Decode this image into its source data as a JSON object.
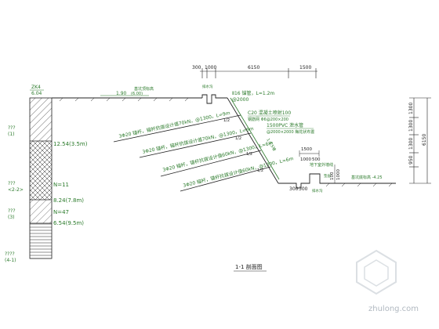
{
  "title": "1-1 剖面图",
  "watermark": "zhulong.com",
  "top_dims": [
    "300",
    "1000",
    "6150",
    "1500"
  ],
  "right_dims": [
    "1300",
    "1300",
    "1300",
    "950",
    "6150"
  ],
  "bottom_dims": [
    "300",
    "300"
  ],
  "small_dims": [
    "1500",
    "1000",
    "500",
    "100",
    "1000"
  ],
  "left_column": {
    "top_label": "ZK4",
    "top_value": "6.04",
    "layer_marks": [
      "???",
      "(1)",
      "???",
      "<2-2>",
      "???",
      "(3)",
      "????",
      "(4-1)"
    ],
    "depth_labels": [
      "12.54(3.5m)",
      "N=11",
      "8.24(7.8m)",
      "N=47",
      "6.54(9.5m)"
    ]
  },
  "ground_labels": {
    "elev_left": "1.90",
    "elev_left_sub": "(6.00)",
    "elev_left_note": "基坑顶标高",
    "top_small": "排水沟",
    "bottom_small": "排水沟"
  },
  "top_annotations": [
    "Ⅱ16 锚管，L=1.2m",
    "@2000"
  ],
  "facing_annotations": [
    "C20 混凝土喷射100",
    "钢筋网 Φ6@200×200",
    "1500PVC 泄水管",
    "@2000×2000 梅花状布置"
  ],
  "anchors": [
    "3Φ20 锚杆，锚杆抗拔设计值70kN，@1300，L=9m",
    "3Φ20 锚杆，锚杆抗拔设计值70kN，@1300，L=6m",
    "3Φ20 锚杆，锚杆抗拔设计值60kN，@1300，L=6m",
    "3Φ20 锚杆，锚杆抗拔设计值60kN，@1300，L=6m"
  ],
  "slope_label": "1:0.5坡",
  "right_annotations": [
    "地下室外墙线",
    "基坑底标高 -4.25",
    "垫层"
  ],
  "anchor_ticks": [
    "1/2",
    "1/2",
    "1/2",
    "1/2"
  ]
}
